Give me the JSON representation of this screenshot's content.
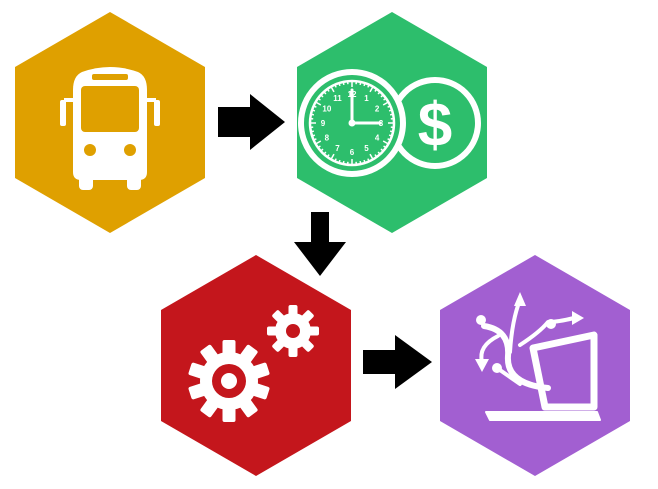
{
  "nodes": [
    {
      "id": "bus",
      "icon": "bus-icon",
      "color": "#DFA000"
    },
    {
      "id": "time-money",
      "icon": "clock-dollar-icon",
      "color": "#2DBE6C",
      "glyph": "$",
      "clock_numbers": [
        "12",
        "1",
        "2",
        "3",
        "4",
        "5",
        "6",
        "7",
        "8",
        "9",
        "10",
        "11"
      ]
    },
    {
      "id": "gears",
      "icon": "gears-icon",
      "color": "#C4161C"
    },
    {
      "id": "analytics",
      "icon": "branching-chart-laptop-icon",
      "color": "#A25FD1"
    }
  ],
  "flow": [
    {
      "from": "bus",
      "to": "time-money",
      "direction": "right"
    },
    {
      "from": "time-money",
      "to": "gears",
      "direction": "down"
    },
    {
      "from": "gears",
      "to": "analytics",
      "direction": "right"
    }
  ],
  "arrow_color": "#000000"
}
